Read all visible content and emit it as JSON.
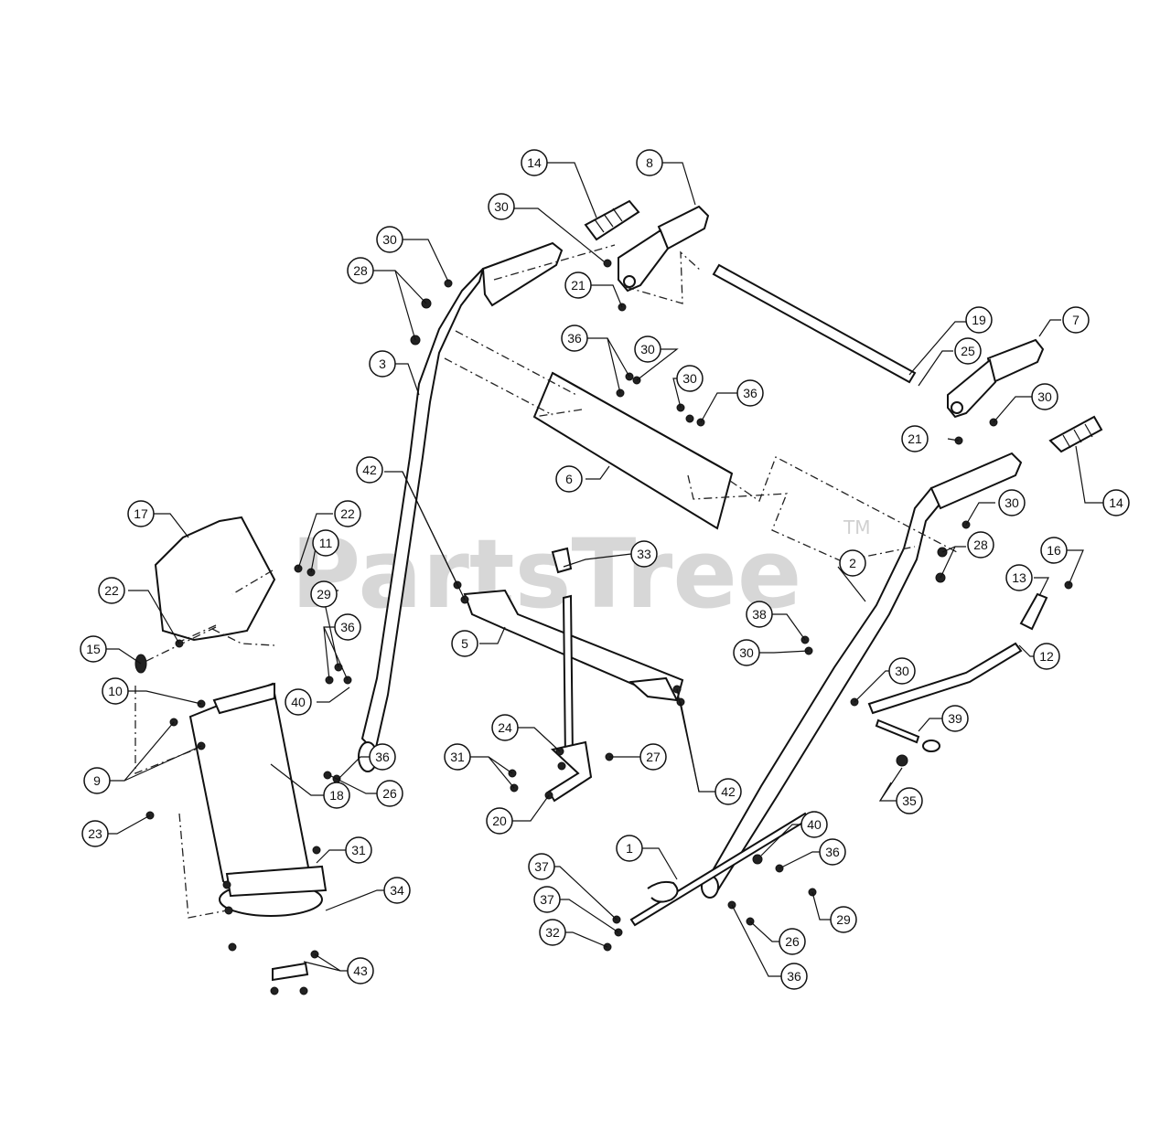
{
  "watermark": {
    "text": "PartsTree",
    "trademark": "TM"
  },
  "callouts": [
    {
      "label": "14"
    },
    {
      "label": "8"
    },
    {
      "label": "30"
    },
    {
      "label": "30"
    },
    {
      "label": "28"
    },
    {
      "label": "21"
    },
    {
      "label": "3"
    },
    {
      "label": "36"
    },
    {
      "label": "30"
    },
    {
      "label": "30"
    },
    {
      "label": "36"
    },
    {
      "label": "19"
    },
    {
      "label": "7"
    },
    {
      "label": "25"
    },
    {
      "label": "30"
    },
    {
      "label": "21"
    },
    {
      "label": "14"
    },
    {
      "label": "6"
    },
    {
      "label": "42"
    },
    {
      "label": "17"
    },
    {
      "label": "22"
    },
    {
      "label": "11"
    },
    {
      "label": "22"
    },
    {
      "label": "15"
    },
    {
      "label": "29"
    },
    {
      "label": "36"
    },
    {
      "label": "40"
    },
    {
      "label": "10"
    },
    {
      "label": "9"
    },
    {
      "label": "36"
    },
    {
      "label": "26"
    },
    {
      "label": "18"
    },
    {
      "label": "33"
    },
    {
      "label": "5"
    },
    {
      "label": "24"
    },
    {
      "label": "31"
    },
    {
      "label": "27"
    },
    {
      "label": "20"
    },
    {
      "label": "42"
    },
    {
      "label": "30"
    },
    {
      "label": "28"
    },
    {
      "label": "2"
    },
    {
      "label": "16"
    },
    {
      "label": "13"
    },
    {
      "label": "38"
    },
    {
      "label": "30"
    },
    {
      "label": "12"
    },
    {
      "label": "30"
    },
    {
      "label": "39"
    },
    {
      "label": "35"
    },
    {
      "label": "23"
    },
    {
      "label": "31"
    },
    {
      "label": "34"
    },
    {
      "label": "43"
    },
    {
      "label": "1"
    },
    {
      "label": "40"
    },
    {
      "label": "36"
    },
    {
      "label": "37"
    },
    {
      "label": "37"
    },
    {
      "label": "32"
    },
    {
      "label": "29"
    },
    {
      "label": "26"
    },
    {
      "label": "36"
    }
  ]
}
